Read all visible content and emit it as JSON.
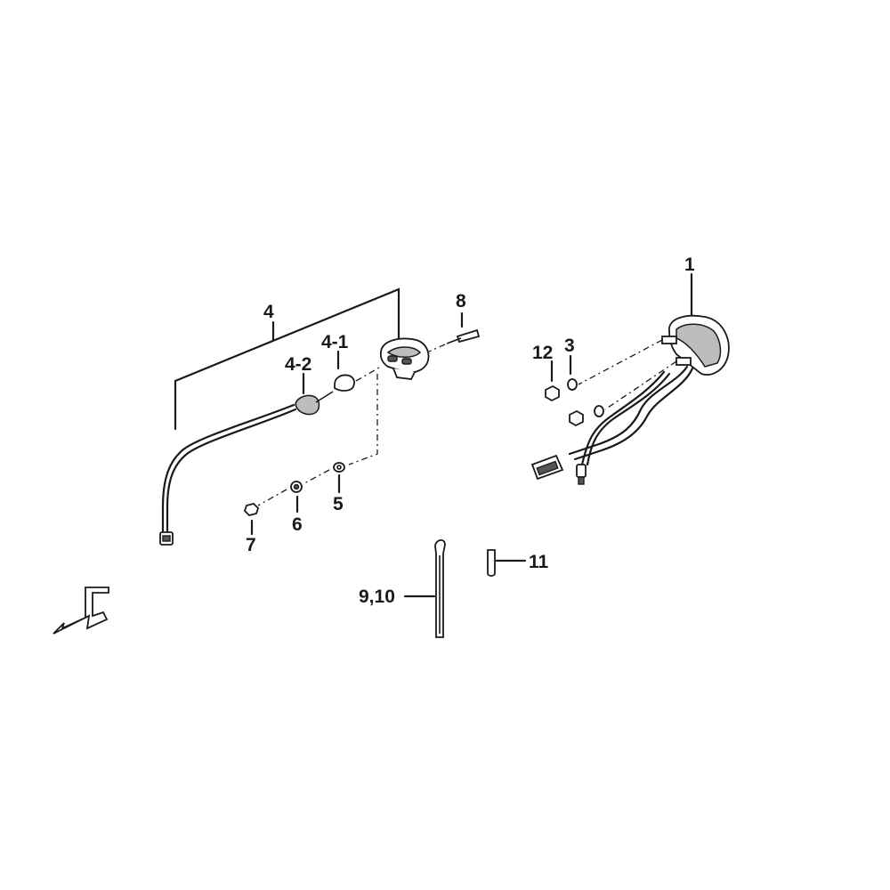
{
  "callouts": {
    "c1": "1",
    "c3": "3",
    "c4": "4",
    "c4_1": "4-1",
    "c4_2": "4-2",
    "c5": "5",
    "c6": "6",
    "c7": "7",
    "c8": "8",
    "c9_10": "9,10",
    "c11": "11",
    "c12": "12"
  },
  "direction_marker": "F"
}
